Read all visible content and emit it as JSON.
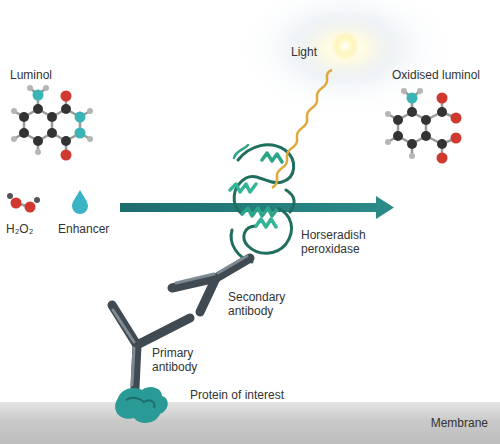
{
  "diagram": {
    "nodes": [
      {
        "text": [
          "Membrane"
        ]
      }
    ],
    "labels": [
      "Luminol",
      "H₂O₂",
      "Enhancer",
      "Light",
      "Oxidised luminol",
      "Horseradish peroxidase",
      "Secondary antibody",
      "Primary antibody",
      "Protein of interest"
    ]
  }
}
